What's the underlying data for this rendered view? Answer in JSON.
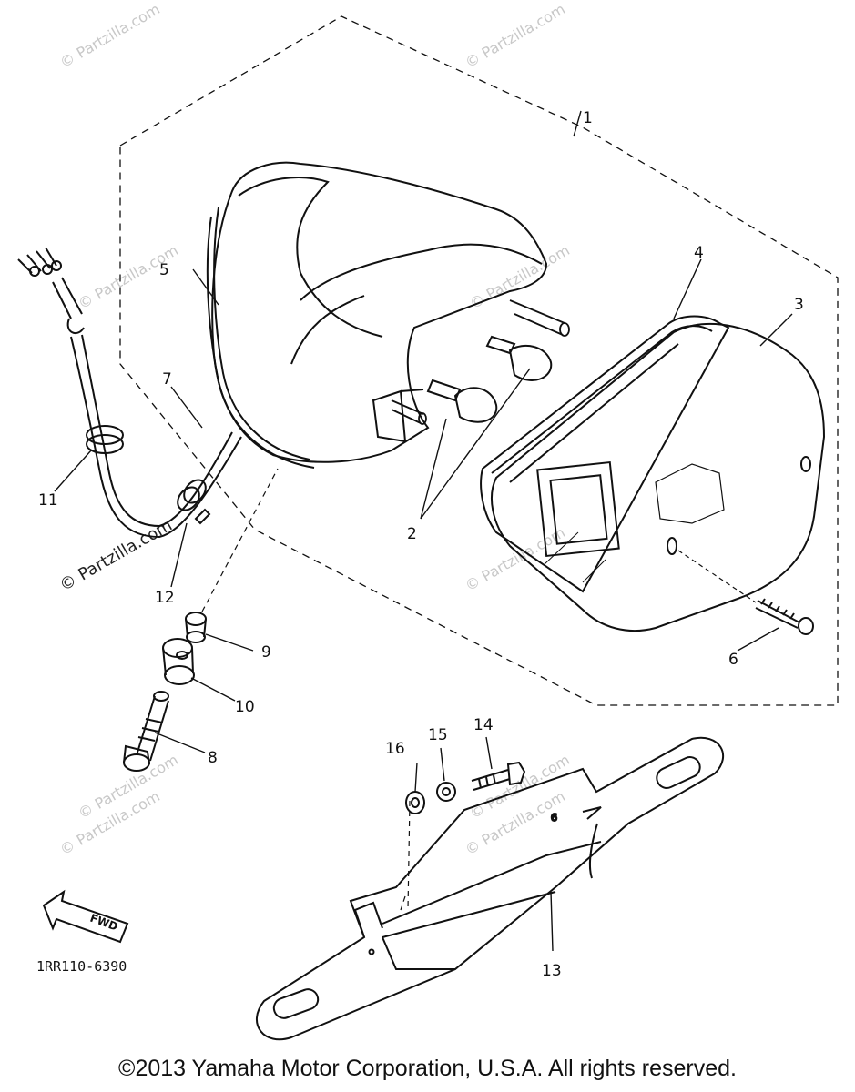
{
  "watermarks": [
    "© Partzilla.com",
    "© Partzilla.com",
    "© Partzilla.com",
    "© Partzilla.com",
    "© Partzilla.com",
    "© Partzilla.com",
    "© Partzilla.com",
    "© Partzilla.com",
    "© Partzilla.com",
    "© Partzilla.com"
  ],
  "callouts": {
    "c1": "1",
    "c2": "2",
    "c3": "3",
    "c4": "4",
    "c5": "5",
    "c6": "6",
    "c7": "7",
    "c8": "8",
    "c9": "9",
    "c10": "10",
    "c11": "11",
    "c12": "12",
    "c13": "13",
    "c14": "14",
    "c15": "15",
    "c16": "16"
  },
  "fwd_label": "FWD",
  "diagram_code": "1RR110-6390",
  "copyright": "©2013 Yamaha Motor Corporation, U.S.A. All rights reserved."
}
